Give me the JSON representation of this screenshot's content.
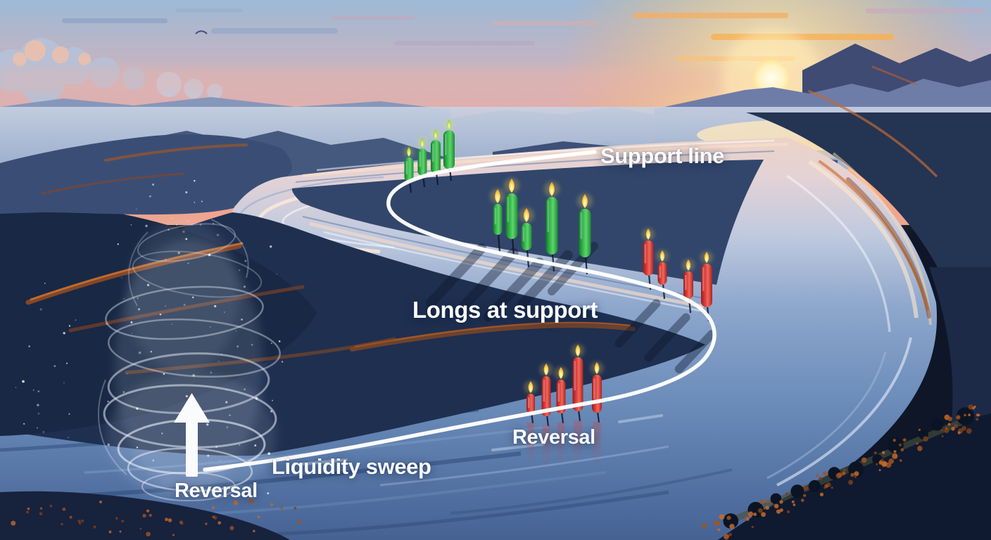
{
  "title": "Liquidity sweep reversal at support - illustrated trading concept",
  "labels": {
    "support_line": "Support line",
    "longs_at_support": "Longs at support",
    "reversal_upper": "Reversal",
    "liquidity_sweep": "Liquidity sweep",
    "reversal_lower": "Reversal"
  },
  "colors": {
    "bullish_candle": "#36b94e",
    "bearish_candle": "#dd3b38",
    "support_line": "#ffffff",
    "flame_gold": "#ffd94f",
    "flame_lime": "#cde84a",
    "arrow": "#fafbfd"
  },
  "chart_data": {
    "type": "candlestick-illustration",
    "groups": [
      {
        "name": "uptrend-distant",
        "body": "bull",
        "flame": "lime",
        "stick": 16,
        "flame_h": 14,
        "candles": [
          [
            581,
            224,
            258,
            13
          ],
          [
            600,
            211,
            250,
            13
          ],
          [
            619,
            199,
            247,
            14
          ],
          [
            638,
            185,
            241,
            16
          ]
        ]
      },
      {
        "name": "longs-at-support",
        "body": "bull",
        "flame": "gold",
        "stick": 24,
        "flame_h": 20,
        "candles": [
          [
            707,
            290,
            334,
            13
          ],
          [
            727,
            275,
            340,
            17
          ],
          [
            748,
            317,
            356,
            15
          ],
          [
            784,
            280,
            362,
            17
          ],
          [
            831,
            297,
            366,
            17
          ]
        ]
      },
      {
        "name": "breakdown",
        "body": "bear",
        "flame": "gold",
        "stick": 20,
        "flame_h": 16,
        "candles": [
          [
            921,
            342,
            392,
            15
          ],
          [
            941,
            373,
            405,
            13
          ],
          [
            978,
            386,
            425,
            14
          ],
          [
            1004,
            375,
            437,
            16
          ]
        ]
      },
      {
        "name": "reversal",
        "body": "bear",
        "flame": "gold",
        "stick": 14,
        "flame_h": 17,
        "reflection": true,
        "candles": [
          [
            754,
            560,
            588,
            12
          ],
          [
            776,
            535,
            592,
            13
          ],
          [
            797,
            540,
            588,
            13
          ],
          [
            821,
            508,
            585,
            15
          ],
          [
            848,
            533,
            587,
            14
          ]
        ]
      }
    ]
  }
}
